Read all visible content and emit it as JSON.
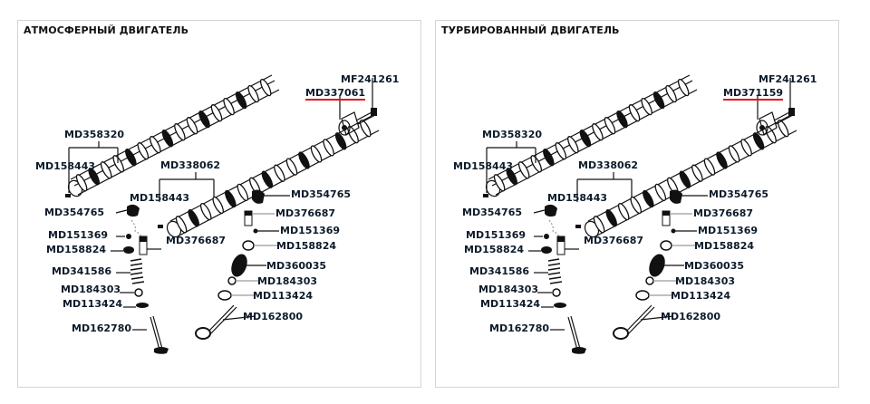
{
  "panels": [
    {
      "title": "АТМОСФЕРНЫЙ ДВИГАТЕЛЬ",
      "labels": {
        "bolt": "MF241261",
        "sprocket": "MD337061",
        "camshaft_left": "MD358320",
        "pin_left": "MD158443",
        "camshaft_right": "MD338062",
        "pin_right": "MD158443",
        "rocker_left": "MD354765",
        "rocker_right": "MD354765",
        "lash_adjuster_left": "MD376687",
        "lash_adjuster_right": "MD376687",
        "retainer_lock_left": "MD151369",
        "retainer_lock_right": "MD151369",
        "retainer_left": "MD158824",
        "retainer_right": "MD158824",
        "spring_left": "MD341586",
        "spring_right": "MD360035",
        "seal_left": "MD184303",
        "seal_right": "MD184303",
        "seat_left": "MD113424",
        "seat_right": "MD113424",
        "valve_left": "MD162780",
        "valve_right": "MD162800"
      },
      "highlighted_label": "MD337061"
    },
    {
      "title": "ТУРБИРОВАННЫЙ ДВИГАТЕЛЬ",
      "labels": {
        "bolt": "MF241261",
        "sprocket": "MD371159",
        "camshaft_left": "MD358320",
        "pin_left": "MD158443",
        "camshaft_right": "MD338062",
        "pin_right": "MD158443",
        "rocker_left": "MD354765",
        "rocker_right": "MD354765",
        "lash_adjuster_left": "MD376687",
        "lash_adjuster_right": "MD376687",
        "retainer_lock_left": "MD151369",
        "retainer_lock_right": "MD151369",
        "retainer_left": "MD158824",
        "retainer_right": "MD158824",
        "spring_left": "MD341586",
        "spring_right": "MD360035",
        "seal_left": "MD184303",
        "seal_right": "MD184303",
        "seat_left": "MD113424",
        "seat_right": "MD113424",
        "valve_left": "MD162780",
        "valve_right": "MD162800"
      },
      "highlighted_label": "MD371159"
    }
  ],
  "colors": {
    "highlight_underline": "#e2141c",
    "label_text": "#0d1b2a",
    "panel_border": "#d4d4d4"
  }
}
